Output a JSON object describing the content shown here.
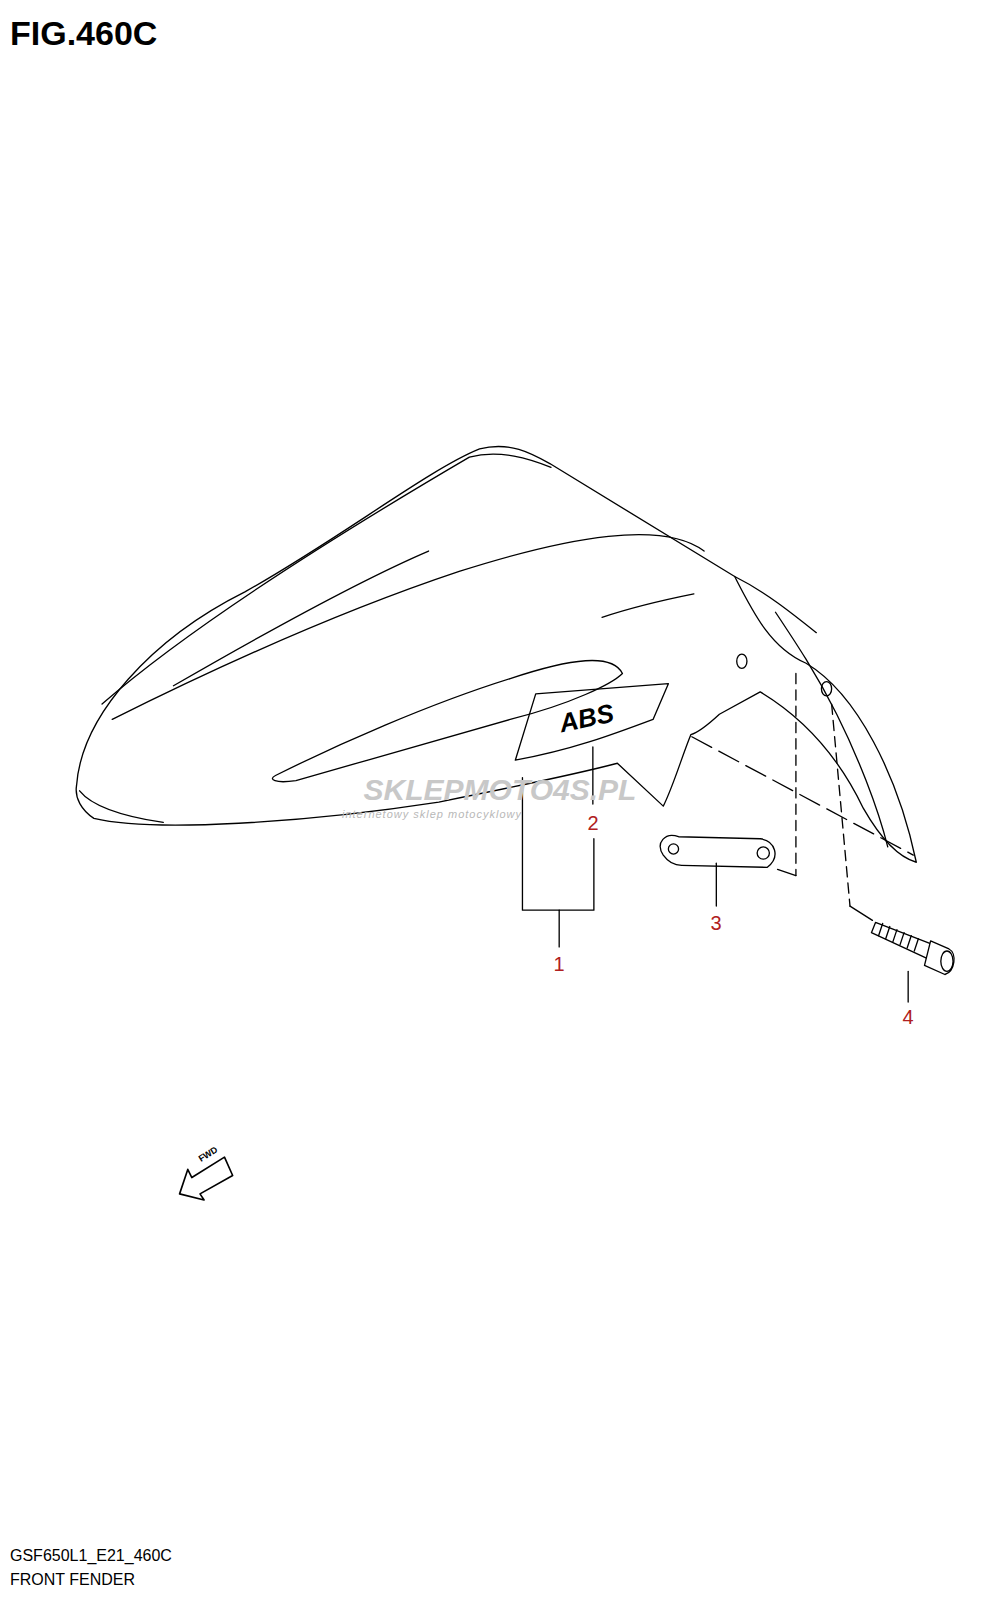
{
  "diagram": {
    "title": "FIG.460C",
    "labels": [
      "2",
      "3",
      "1",
      "4",
      "SKLEPMOTO4S.PL",
      "internetowy sklep motocyklowy",
      "ABS",
      "FWD",
      "GSF650L1_E21_460C",
      "FRONT FENDER"
    ]
  }
}
